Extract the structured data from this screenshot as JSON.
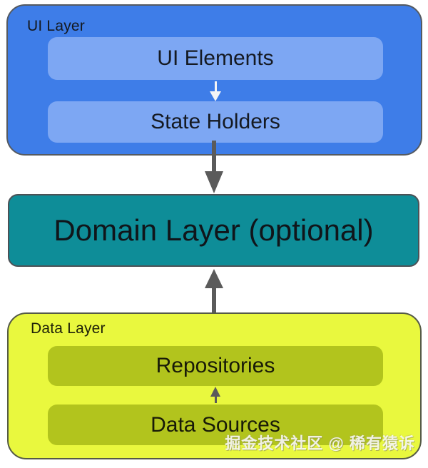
{
  "diagram": {
    "title_hint": "App architecture layers",
    "ui_layer": {
      "label": "UI Layer",
      "boxes": [
        {
          "label": "UI Elements"
        },
        {
          "label": "State Holders"
        }
      ]
    },
    "domain_layer": {
      "label": "Domain Layer (optional)"
    },
    "data_layer": {
      "label": "Data Layer",
      "boxes": [
        {
          "label": "Repositories"
        },
        {
          "label": "Data Sources"
        }
      ]
    },
    "arrows": [
      {
        "from": "UI Elements",
        "to": "State Holders",
        "direction": "down",
        "color": "#F4F4F6"
      },
      {
        "from": "UI Layer",
        "to": "Domain Layer (optional)",
        "direction": "down",
        "color": "#5B5B5B"
      },
      {
        "from": "Repositories",
        "to": "Domain Layer (optional)",
        "direction": "up",
        "color": "#5B5B5B"
      },
      {
        "from": "Data Sources",
        "to": "Repositories",
        "direction": "up",
        "color": "#5B5B5B"
      }
    ],
    "watermark": "掘金技术社区 @ 稀有猿诉",
    "colors": {
      "ui_layer_bg": "#3E7DE8",
      "ui_inner_bg": "#7DA7F3",
      "domain_bg": "#0E8D98",
      "data_layer_bg": "#E9F83E",
      "data_inner_bg": "#B2C41D",
      "arrow_gray": "#5B5B5B",
      "arrow_white": "#F4F4F6",
      "box_border": "#54585c",
      "text": "#15181e",
      "background": "#FFFFFF"
    }
  }
}
